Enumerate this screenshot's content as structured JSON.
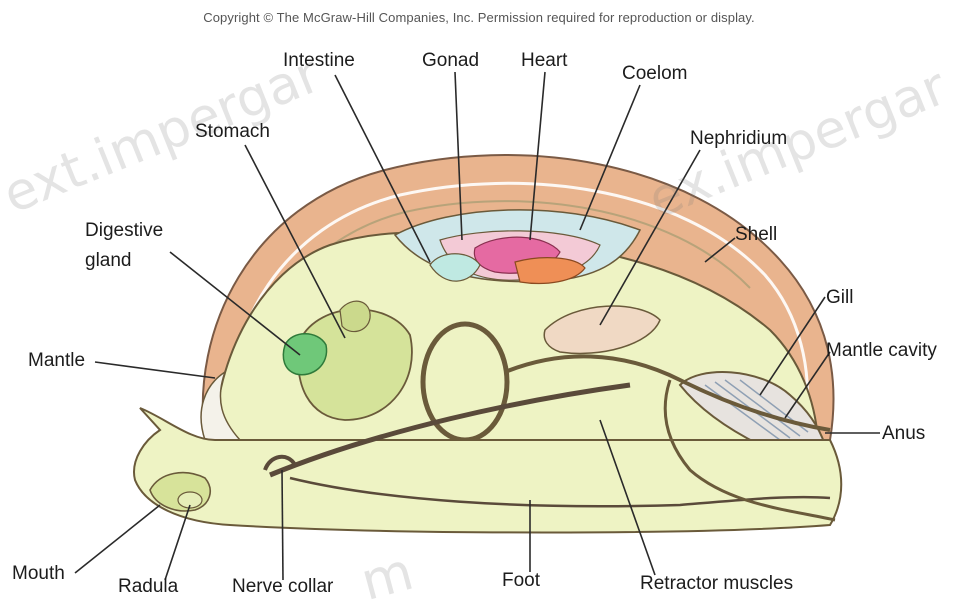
{
  "copyright": "Copyright © The McGraw-Hill Companies, Inc. Permission required for reproduction or display.",
  "watermarks": {
    "left": "ext.impergar",
    "right": "ex.impergar",
    "bottom": "m"
  },
  "labels": {
    "intestine": "Intestine",
    "gonad": "Gonad",
    "heart": "Heart",
    "coelom": "Coelom",
    "stomach": "Stomach",
    "nephridium": "Nephridium",
    "digestive_gland_line1": "Digestive",
    "digestive_gland_line2": "gland",
    "shell": "Shell",
    "gill": "Gill",
    "mantle_cavity": "Mantle cavity",
    "mantle": "Mantle",
    "anus": "Anus",
    "mouth": "Mouth",
    "radula": "Radula",
    "nerve_collar": "Nerve collar",
    "foot": "Foot",
    "retractor_muscles": "Retractor muscles"
  },
  "colors": {
    "shell": "#e9b48e",
    "body": "#eef3c4",
    "body_dark": "#d7e39a",
    "stomach": "#d5e39a",
    "digestive_gland": "#6fc879",
    "heart": "#e56aa2",
    "gonad": "#ef8f56",
    "pericardium": "#f3cad6",
    "coelom": "#cfe7ea",
    "outline": "#5a4a3a",
    "leader": "#2a2a2a"
  }
}
